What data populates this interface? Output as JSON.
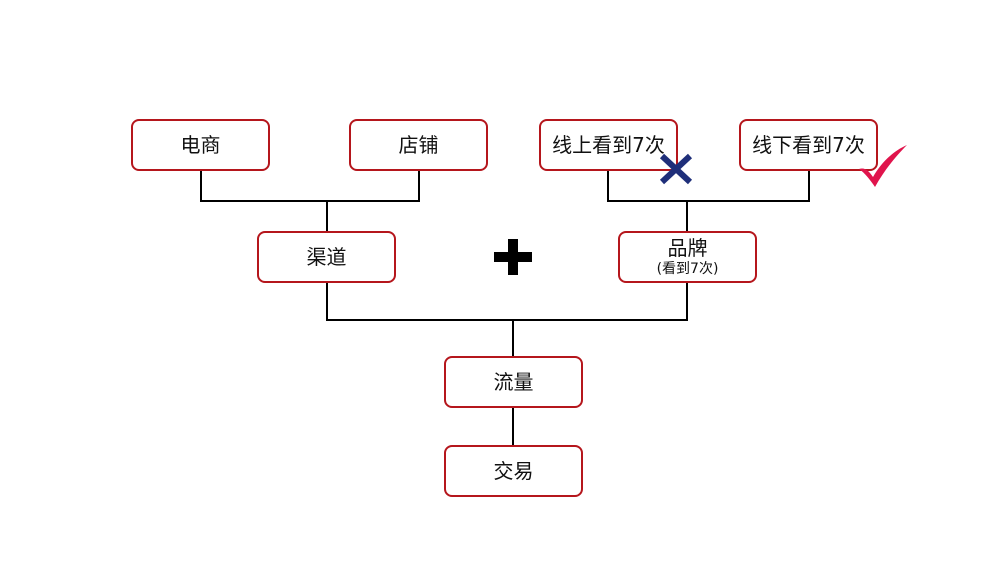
{
  "diagram": {
    "nodes": {
      "dianshang": {
        "label": "电商"
      },
      "dianpu": {
        "label": "店铺"
      },
      "online": {
        "label": "线上看到7次"
      },
      "offline": {
        "label": "线下看到7次"
      },
      "qudao": {
        "label": "渠道"
      },
      "pinpai": {
        "label": "品牌",
        "sublabel": "(看到7次)"
      },
      "liuliang": {
        "label": "流量"
      },
      "jiaoyi": {
        "label": "交易"
      }
    },
    "edges": [
      {
        "from": [
          "dianshang",
          "dianpu"
        ],
        "to": "qudao"
      },
      {
        "from": [
          "online",
          "offline"
        ],
        "to": "pinpai"
      },
      {
        "from": [
          "qudao",
          "pinpai"
        ],
        "to": "liuliang"
      },
      {
        "from": [
          "liuliang"
        ],
        "to": "jiaoyi"
      }
    ],
    "markers": {
      "plus": {
        "icon": "plus-icon",
        "color": "#000000"
      },
      "cross": {
        "icon": "cross-icon",
        "color": "#1f2f7a",
        "target": "online"
      },
      "check": {
        "icon": "check-icon",
        "color": "#e0144c",
        "target": "offline"
      }
    },
    "colors": {
      "box_border": "#b5161c",
      "line": "#000000",
      "text": "#111111"
    }
  }
}
